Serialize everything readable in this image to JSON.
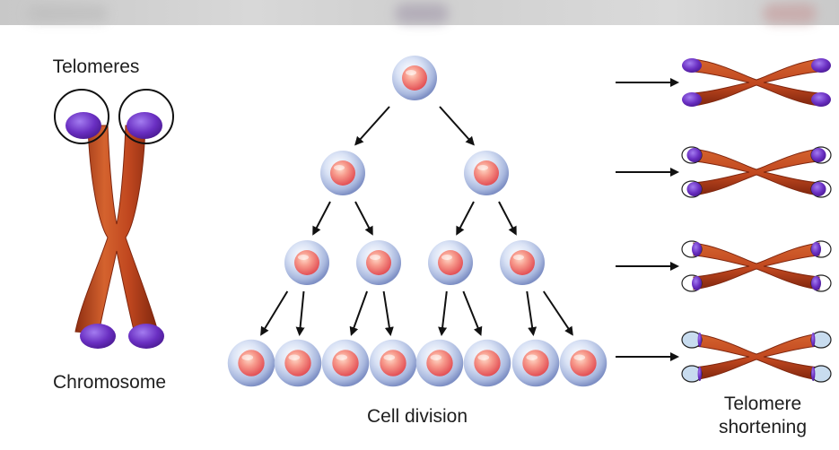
{
  "labels": {
    "telomeres": "Telomeres",
    "chromosome": "Chromosome",
    "cell_division": "Cell division",
    "telomere_shortening_line1": "Telomere",
    "telomere_shortening_line2": "shortening"
  },
  "colors": {
    "chromatid": "#c0471f",
    "chromatid_dark": "#8f2e12",
    "telomere": "#6a2fc2",
    "cell_outer": "#b9c6e6",
    "cell_nucleus": "#f07a7a",
    "arrow": "#111111"
  },
  "telomere_remaining": [
    1.0,
    0.75,
    0.5,
    0.2
  ]
}
